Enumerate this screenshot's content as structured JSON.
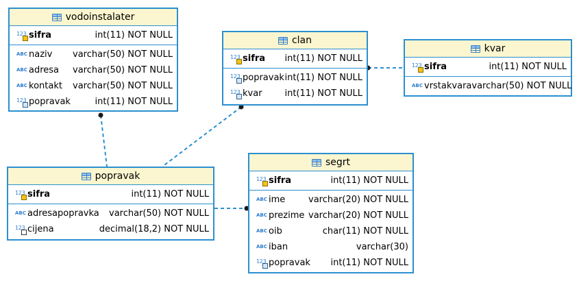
{
  "diagram": {
    "entities": [
      {
        "id": "vodoinstalater",
        "title": "vodoinstalater",
        "columns": [
          {
            "name": "sifra",
            "type": "int(11) NOT NULL",
            "icon": "numeric-key-icon",
            "pk": true
          },
          {
            "name": "naziv",
            "type": "varchar(50) NOT NULL",
            "icon": "text-icon"
          },
          {
            "name": "adresa",
            "type": "varchar(50) NOT NULL",
            "icon": "text-icon"
          },
          {
            "name": "kontakt",
            "type": "varchar(50) NOT NULL",
            "icon": "text-icon"
          },
          {
            "name": "popravak",
            "type": "int(11) NOT NULL",
            "icon": "numeric-foreign-key-icon"
          }
        ]
      },
      {
        "id": "clan",
        "title": "clan",
        "columns": [
          {
            "name": "sifra",
            "type": "int(11) NOT NULL",
            "icon": "numeric-key-icon",
            "pk": true
          },
          {
            "name": "popravak",
            "type": "int(11) NOT NULL",
            "icon": "numeric-foreign-key-icon"
          },
          {
            "name": "kvar",
            "type": "int(11) NOT NULL",
            "icon": "numeric-foreign-key-icon"
          }
        ]
      },
      {
        "id": "kvar",
        "title": "kvar",
        "columns": [
          {
            "name": "sifra",
            "type": "int(11) NOT NULL",
            "icon": "numeric-key-icon",
            "pk": true
          },
          {
            "name": "vrstakvara",
            "type": "varchar(50) NOT NULL",
            "icon": "text-icon"
          }
        ]
      },
      {
        "id": "popravak",
        "title": "popravak",
        "columns": [
          {
            "name": "sifra",
            "type": "int(11) NOT NULL",
            "icon": "numeric-key-icon",
            "pk": true
          },
          {
            "name": "adresapopravka",
            "type": "varchar(50) NOT NULL",
            "icon": "text-icon"
          },
          {
            "name": "cijena",
            "type": "decimal(18,2) NOT NULL",
            "icon": "numeric-icon"
          }
        ]
      },
      {
        "id": "segrt",
        "title": "segrt",
        "columns": [
          {
            "name": "sifra",
            "type": "int(11) NOT NULL",
            "icon": "numeric-key-icon",
            "pk": true
          },
          {
            "name": "ime",
            "type": "varchar(20) NOT NULL",
            "icon": "text-icon"
          },
          {
            "name": "prezime",
            "type": "varchar(20) NOT NULL",
            "icon": "text-icon"
          },
          {
            "name": "oib",
            "type": "char(11) NOT NULL",
            "icon": "text-icon"
          },
          {
            "name": "iban",
            "type": "varchar(30)",
            "icon": "text-icon"
          },
          {
            "name": "popravak",
            "type": "int(11) NOT NULL",
            "icon": "numeric-foreign-key-icon"
          }
        ]
      }
    ],
    "relations": [
      {
        "from": "vodoinstalater",
        "to": "popravak"
      },
      {
        "from": "clan",
        "to": "popravak"
      },
      {
        "from": "clan",
        "to": "kvar"
      },
      {
        "from": "segrt",
        "to": "popravak"
      }
    ],
    "colors": {
      "border": "#2a8fd0",
      "header": "#fbf6cf",
      "link": "#2a8fd0"
    }
  }
}
